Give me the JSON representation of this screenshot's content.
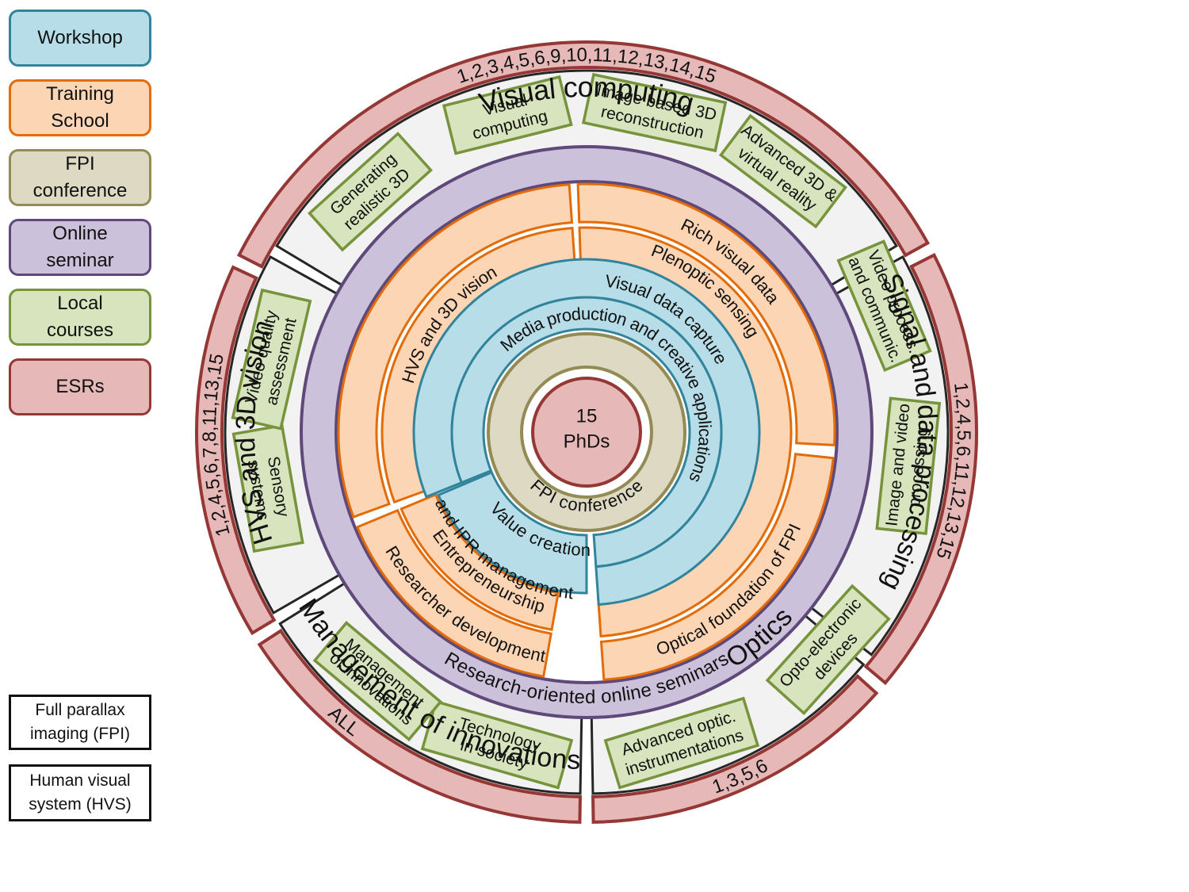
{
  "legend": [
    {
      "label": "Workshop",
      "fill": "#b7dee8",
      "stroke": "#31849b"
    },
    {
      "label": "Training\nSchool",
      "fill": "#fcd5b5",
      "stroke": "#e36c09"
    },
    {
      "label": "FPI\nconference",
      "fill": "#ddd9c3",
      "stroke": "#948a54"
    },
    {
      "label": "Online\nseminar",
      "fill": "#ccc1da",
      "stroke": "#5f497a"
    },
    {
      "label": "Local\ncourses",
      "fill": "#d7e4bd",
      "stroke": "#77933c"
    },
    {
      "label": "ESRs",
      "fill": "#e6b9b8",
      "stroke": "#953735"
    }
  ],
  "abbreviations": [
    {
      "label": "Full parallax\nimaging (FPI)"
    },
    {
      "label": "Human visual\nsystem (HVS)"
    }
  ],
  "center": {
    "line1": "15",
    "line2": "PhDs"
  },
  "fpi_ring": {
    "label": "FPI conference"
  },
  "workshops": {
    "media": "Media production and creative applications",
    "visual_capture": "Visual data capture",
    "value": "Value creation"
  },
  "training": {
    "plenoptic": "Plenoptic sensing",
    "rich": "Rich visual data",
    "hvs": "HVS and 3D vision",
    "optical": "Optical foundation of FPI",
    "entre1": "Entrepreneurship",
    "entre2": "and IPR management",
    "researcher": "Researcher development"
  },
  "online": {
    "label": "Research-oriented online seminars"
  },
  "sectors": {
    "visual_computing": "Visual computing",
    "signal": "Signal and data processing",
    "optics": "Optics",
    "management": "Management of innovations",
    "hvs": "HVS and 3D vision"
  },
  "esrs": {
    "visual_computing": "1,2,3,4,5,6,9,10,11,12,13,14,15",
    "signal": "1,2,4,5,6,11,12,13,15",
    "optics": "1,3,5,6",
    "management": "ALL",
    "hvs": "1,2,4,5,6,7,8,11,13,15"
  },
  "courses": [
    {
      "lines": [
        "Visual",
        "computing"
      ]
    },
    {
      "lines": [
        "Image based 3D",
        "reconstruction"
      ]
    },
    {
      "lines": [
        "Advanced 3D &",
        "virtual reality"
      ]
    },
    {
      "lines": [
        "Video process.",
        "and communic."
      ]
    },
    {
      "lines": [
        "Image and video",
        "processing"
      ]
    },
    {
      "lines": [
        "Opto-electronic",
        "devices"
      ]
    },
    {
      "lines": [
        "Advanced optic.",
        "instrumentations"
      ]
    },
    {
      "lines": [
        "Technology",
        "in society"
      ]
    },
    {
      "lines": [
        "Management",
        "of innovations"
      ]
    },
    {
      "lines": [
        "Sensory",
        "systems"
      ]
    },
    {
      "lines": [
        "Video quality",
        "assessment"
      ]
    },
    {
      "lines": [
        "Generating",
        "realistic 3D"
      ]
    }
  ]
}
